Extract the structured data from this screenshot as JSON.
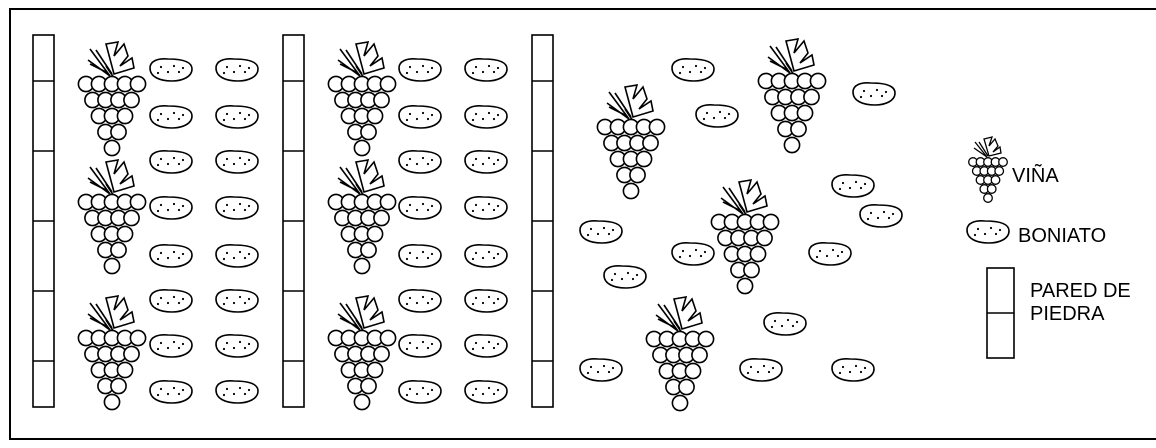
{
  "legend": {
    "vina_label": "VIÑA",
    "boniato_label": "BONIATO",
    "pared_label_line1": "PARED DE",
    "pared_label_line2": "PIEDRA"
  },
  "icons": {
    "vine": "grape-cluster-icon",
    "sweet_potato": "sweet-potato-icon",
    "stone_wall": "stone-wall-icon"
  },
  "colors": {
    "stroke": "#000000",
    "fill": "#ffffff"
  }
}
